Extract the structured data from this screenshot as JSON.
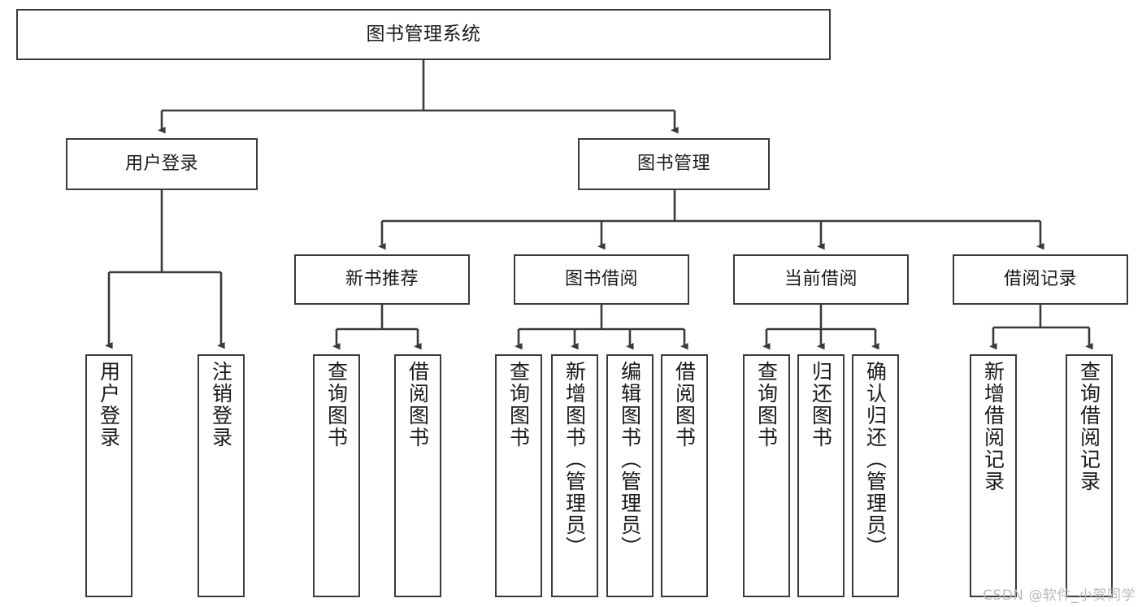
{
  "diagram": {
    "title": "图书管理系统",
    "watermark": "CSDN @软件_小贺同学",
    "colors": {
      "box_border": "#3a3a3a",
      "edge": "#3a3a3a",
      "background": "#ffffff",
      "text": "#1a1a1a",
      "watermark": "#b9b9b9"
    },
    "nodes": {
      "root": {
        "label": "图书管理系统"
      },
      "level2": [
        {
          "id": "user-login",
          "label": "用户登录"
        },
        {
          "id": "book-management",
          "label": "图书管理"
        }
      ],
      "level3": [
        {
          "id": "new-book-recommend",
          "label": "新书推荐"
        },
        {
          "id": "book-borrow",
          "label": "图书借阅"
        },
        {
          "id": "current-borrow",
          "label": "当前借阅"
        },
        {
          "id": "borrow-record",
          "label": "借阅记录"
        }
      ],
      "leaves": {
        "user_login": [
          {
            "id": "leaf-user-login",
            "label": "用户登录"
          },
          {
            "id": "leaf-logout-login",
            "label": "注销登录"
          }
        ],
        "new_book_recommend": [
          {
            "id": "leaf-query-book-1",
            "label": "查询图书"
          },
          {
            "id": "leaf-borrow-book-1",
            "label": "借阅图书"
          }
        ],
        "book_borrow": [
          {
            "id": "leaf-query-book-2",
            "label": "查询图书"
          },
          {
            "id": "leaf-add-book",
            "label": "新增图书（管理员）"
          },
          {
            "id": "leaf-edit-book",
            "label": "编辑图书（管理员）"
          },
          {
            "id": "leaf-borrow-book-2",
            "label": "借阅图书"
          }
        ],
        "current_borrow": [
          {
            "id": "leaf-query-book-3",
            "label": "查询图书"
          },
          {
            "id": "leaf-return-book",
            "label": "归还图书"
          },
          {
            "id": "leaf-confirm-return",
            "label": "确认归还（管理员）"
          }
        ],
        "borrow_record": [
          {
            "id": "leaf-add-record",
            "label": "新增借阅记录"
          },
          {
            "id": "leaf-query-record",
            "label": "查询借阅记录"
          }
        ]
      }
    }
  }
}
